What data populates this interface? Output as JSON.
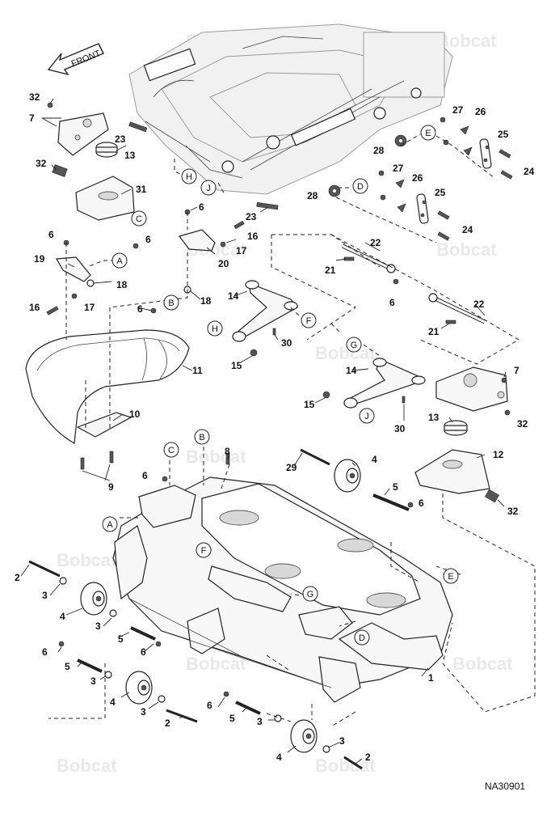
{
  "brand": {
    "watermark": "Bobcat",
    "watermark_color": "#e6e6e6",
    "line_color": "#222222"
  },
  "header": {
    "direction_label": "FRONT"
  },
  "footer": {
    "reference_code": "NA30901"
  },
  "connector_letters": [
    "A",
    "B",
    "C",
    "D",
    "E",
    "F",
    "G",
    "H",
    "J"
  ],
  "callouts": {
    "c1": "1",
    "c2a": "2",
    "c2b": "2",
    "c2c": "2",
    "c3a": "3",
    "c3b": "3",
    "c3c": "3",
    "c3d": "3",
    "c3e": "3",
    "c3f": "3",
    "c4a": "4",
    "c4b": "4",
    "c4c": "4",
    "c4d": "4",
    "c5a": "5",
    "c5b": "5",
    "c5c": "5",
    "c5d": "5",
    "c6a": "6",
    "c6b": "6",
    "c6c": "6",
    "c6d": "6",
    "c6e": "6",
    "c6f": "6",
    "c6g": "6",
    "c6h": "6",
    "c6i": "6",
    "c7a": "7",
    "c7b": "7",
    "c8": "8",
    "c9": "9",
    "c10": "10",
    "c11": "11",
    "c12": "12",
    "c13a": "13",
    "c13b": "13",
    "c14a": "14",
    "c14b": "14",
    "c15a": "15",
    "c15b": "15",
    "c16a": "16",
    "c16b": "16",
    "c17a": "17",
    "c17b": "17",
    "c18a": "18",
    "c18b": "18",
    "c19": "19",
    "c20": "20",
    "c21a": "21",
    "c21b": "21",
    "c22a": "22",
    "c22b": "22",
    "c23a": "23",
    "c23b": "23",
    "c24a": "24",
    "c24b": "24",
    "c25a": "25",
    "c25b": "25",
    "c26a": "26",
    "c26b": "26",
    "c27a": "27",
    "c27b": "27",
    "c28a": "28",
    "c28b": "28",
    "c29": "29",
    "c30a": "30",
    "c30b": "30",
    "c31": "31",
    "c32a": "32",
    "c32b": "32",
    "c32c": "32",
    "c32d": "32"
  }
}
